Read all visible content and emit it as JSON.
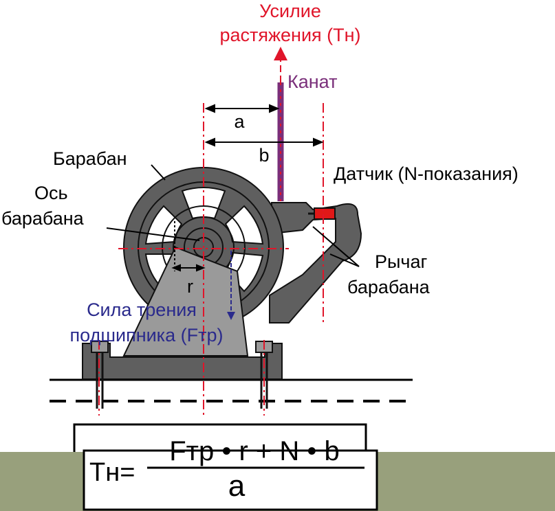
{
  "labels": {
    "tension_title_line1": "Усилие",
    "tension_title_line2": "растяжения (Тн)",
    "rope": "Канат",
    "dim_a": "a",
    "dim_b": "b",
    "drum": "Барабан",
    "sensor": "Датчик (N-показания)",
    "drum_axis_line1": "Ось",
    "drum_axis_line2": "барабана",
    "radius": "r",
    "friction_line1": "Сила трения",
    "friction_line2": "подшипника (Fтр)",
    "lever_line1": "Рычаг",
    "lever_line2": "барабана"
  },
  "formula": {
    "lhs": "Тн=",
    "numerator": "Fтр • r  +  N • b",
    "denominator": "a"
  },
  "colors": {
    "tension": "#e0152a",
    "rope": "#7a2f7a",
    "friction": "#2a2a8c",
    "machine": "#5f5f5f",
    "machine_dark": "#1a1a1a",
    "stand": "#9a9a9a",
    "sensor": "#e01818",
    "banner": "#98a07c"
  }
}
